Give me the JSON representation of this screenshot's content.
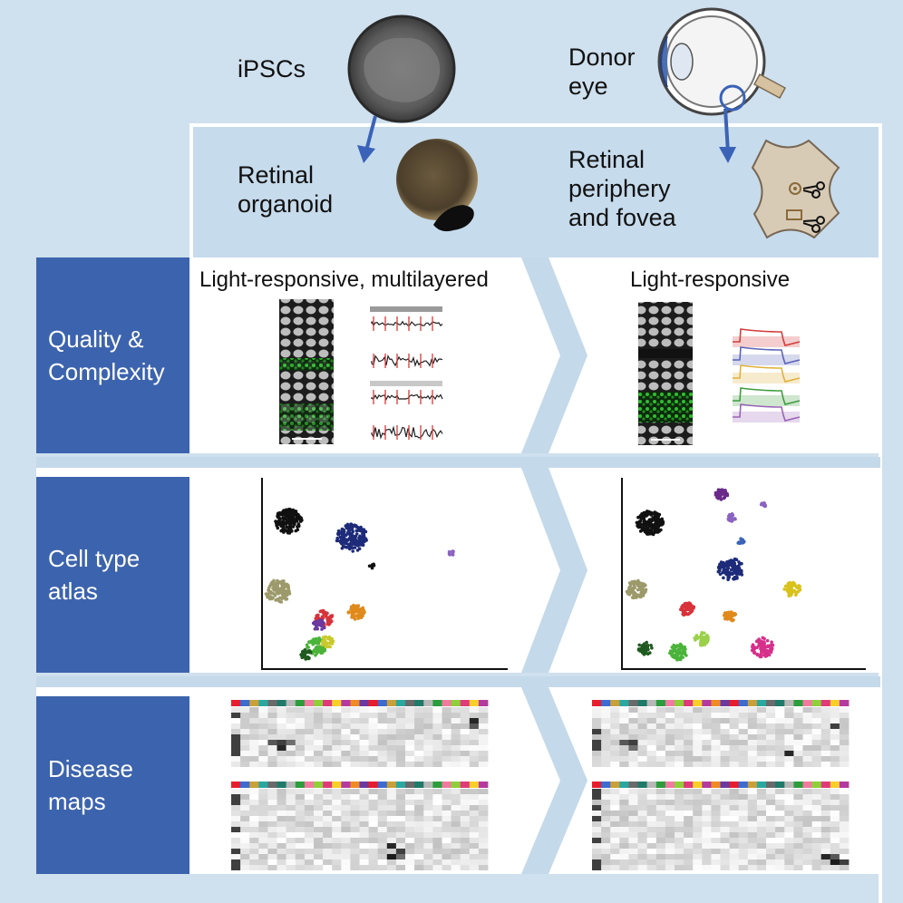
{
  "sources": {
    "ipsc": "iPSCs",
    "donor": [
      "Donor",
      "eye"
    ]
  },
  "models": {
    "organoid": [
      "Retinal",
      "organoid"
    ],
    "tissue": [
      "Retinal",
      "periphery",
      "and fovea"
    ]
  },
  "rows": [
    {
      "label": [
        "Quality &",
        "Complexity"
      ],
      "left_caption": "Light-responsive, multilayered",
      "right_caption": "Light-responsive"
    },
    {
      "label": [
        "Cell type",
        "atlas"
      ]
    },
    {
      "label": [
        "Disease",
        "maps"
      ]
    }
  ],
  "colors": {
    "background": "#cfe0ee",
    "label_block": "#3c63ad",
    "arrow": "#3a63b8",
    "chevron": "#c4d9ea",
    "header_band": "#c6dbec",
    "traces": [
      "#d33c3c",
      "#5b63b8",
      "#e0b13a",
      "#3f9d3f",
      "#9a63b8"
    ]
  },
  "icons": [
    "ipsc-colony-icon",
    "eye-icon",
    "organoid-icon",
    "retina-flatmount-icon",
    "scissors-icon",
    "arrow-down-icon"
  ]
}
